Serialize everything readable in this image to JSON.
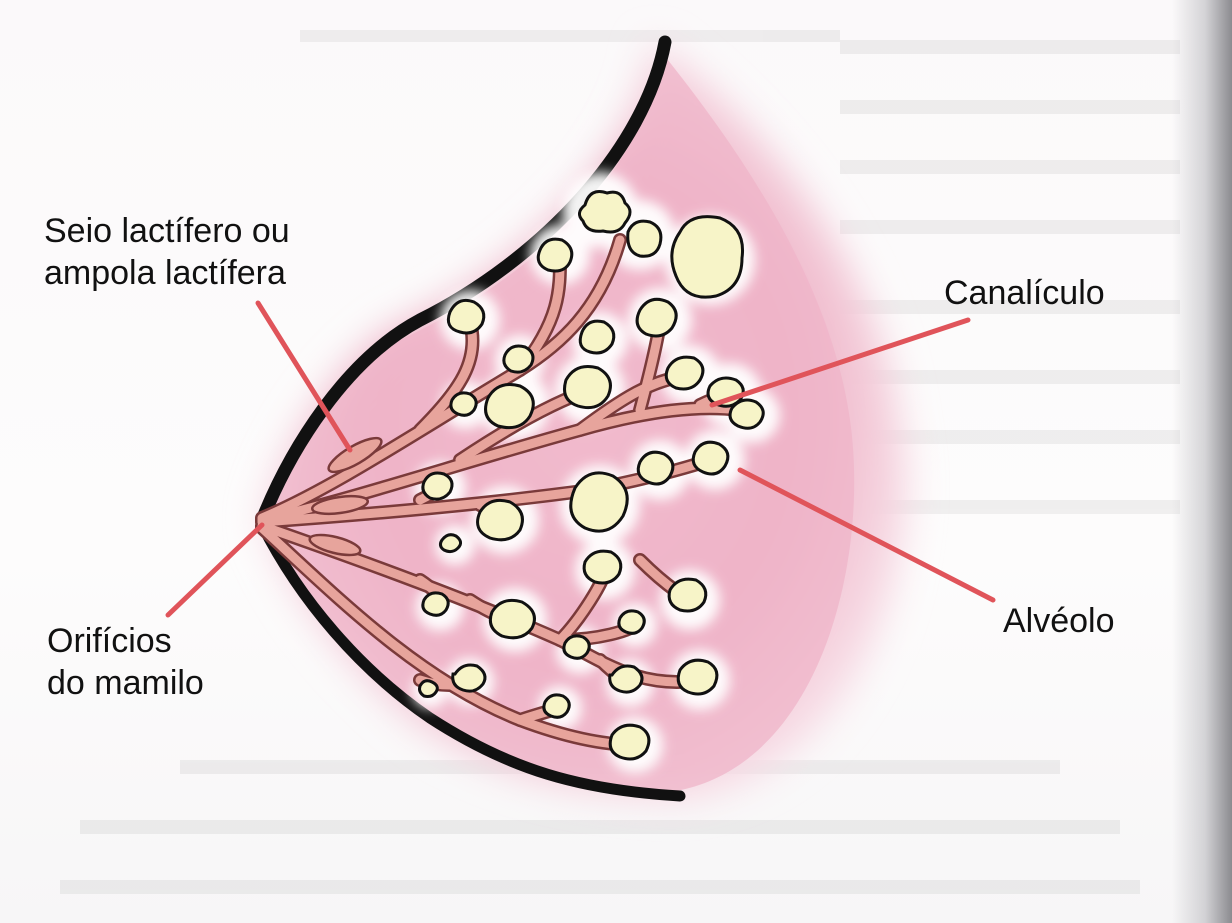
{
  "labels": {
    "seio_line1": "Seio lactífero ou",
    "seio_line2": "ampola lactífera",
    "canaliculo": "Canalículo",
    "alveolo": "Alvéolo",
    "orificios_line1": "Orifícios",
    "orificios_line2": "do mamilo"
  },
  "colors": {
    "outline": "#111111",
    "tissue_pink": "#e9a9c0",
    "duct": "#e7a49c",
    "duct_stroke": "#7a3a3a",
    "alveolus_fill": "#f7f4c8",
    "pointer": "#e0545a"
  }
}
